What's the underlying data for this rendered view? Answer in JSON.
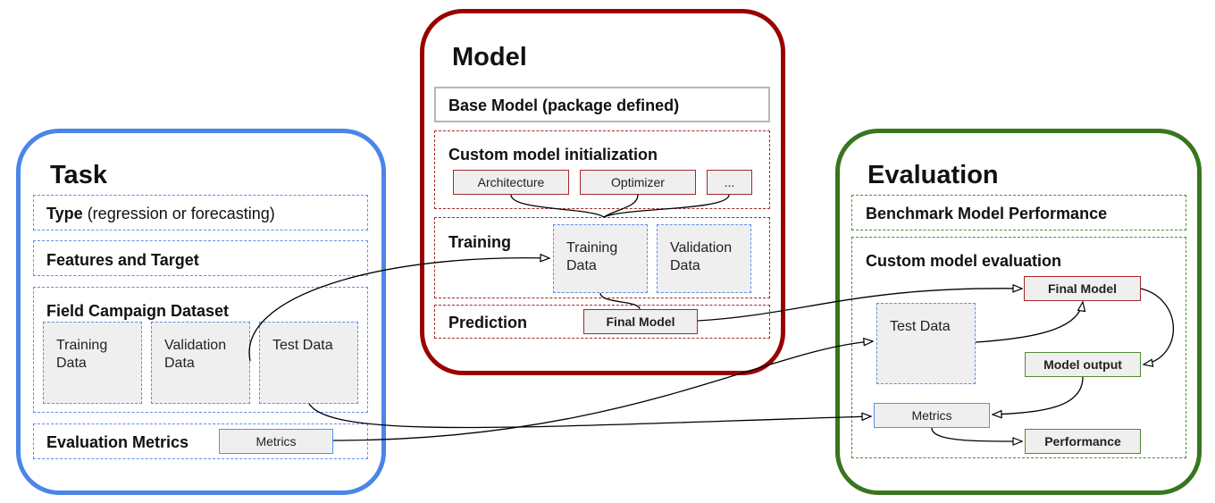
{
  "task": {
    "title": "Task",
    "type_label": "Type",
    "type_detail": " (regression or forecasting)",
    "features_target": "Features and Target",
    "dataset_title": "Field Campaign Dataset",
    "training_data": "Training\nData",
    "validation_data": "Validation\nData",
    "test_data": "Test Data",
    "eval_metrics_title": "Evaluation Metrics",
    "metrics": "Metrics"
  },
  "model": {
    "title": "Model",
    "base_model": "Base Model (package defined)",
    "custom_init_title": "Custom model initialization",
    "architecture": "Architecture",
    "optimizer": "Optimizer",
    "more": "...",
    "training_title": "Training",
    "training_data": "Training\nData",
    "validation_data": "Validation\nData",
    "prediction_title": "Prediction",
    "final_model": "Final Model"
  },
  "evaluation": {
    "title": "Evaluation",
    "benchmark": "Benchmark Model Performance",
    "custom_eval_title": "Custom model evaluation",
    "final_model": "Final Model",
    "test_data": "Test Data",
    "model_output": "Model output",
    "metrics": "Metrics",
    "performance": "Performance"
  },
  "colors": {
    "task": "#4a86e8",
    "model": "#990000",
    "evaluation": "#38761d",
    "box_fill": "#efefef"
  }
}
